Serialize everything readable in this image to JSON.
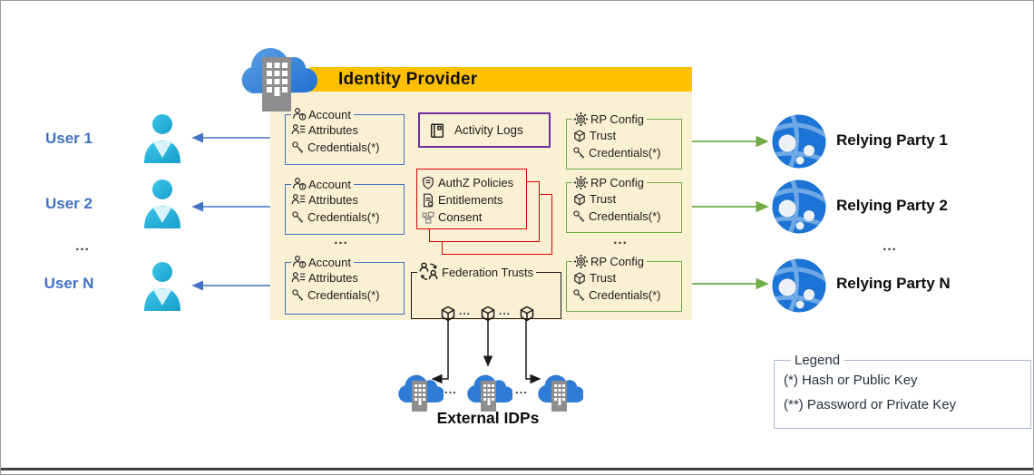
{
  "header": {
    "title": "Identity Provider"
  },
  "users": {
    "labels": [
      "User 1",
      "User 2",
      "User N"
    ],
    "ellipsis": "..."
  },
  "account_box": {
    "title": "Account",
    "attributes": "Attributes",
    "credentials": "Credentials(*)",
    "ellipsis": "..."
  },
  "activity_logs": {
    "label": "Activity Logs"
  },
  "authz_box": {
    "policies": "AuthZ Policies",
    "entitlements": "Entitlements",
    "consent": "Consent"
  },
  "federation": {
    "title": "Federation Trusts",
    "ellipsis": "..."
  },
  "rp_config_box": {
    "title": "RP Config",
    "trust": "Trust",
    "credentials": "Credentials(*)",
    "ellipsis": "..."
  },
  "relying_parties": {
    "labels": [
      "Relying Party 1",
      "Relying Party 2",
      "Relying Party N"
    ],
    "ellipsis": "..."
  },
  "external_idps": {
    "label": "External IDPs",
    "ellipsis": "..."
  },
  "legend": {
    "title": "Legend",
    "items": [
      "(*) Hash or Public Key",
      "(**) Password or Private Key"
    ]
  },
  "colors": {
    "header_gold": "#FFC000",
    "panel_beige": "#FAF0D3",
    "account_blue": "#4472C4",
    "activity_purple": "#7030A0",
    "authz_red": "#E00000",
    "rp_green": "#70AD47",
    "user_cyan": "#2BB4E0",
    "globe_blue": "#1B74D6"
  }
}
